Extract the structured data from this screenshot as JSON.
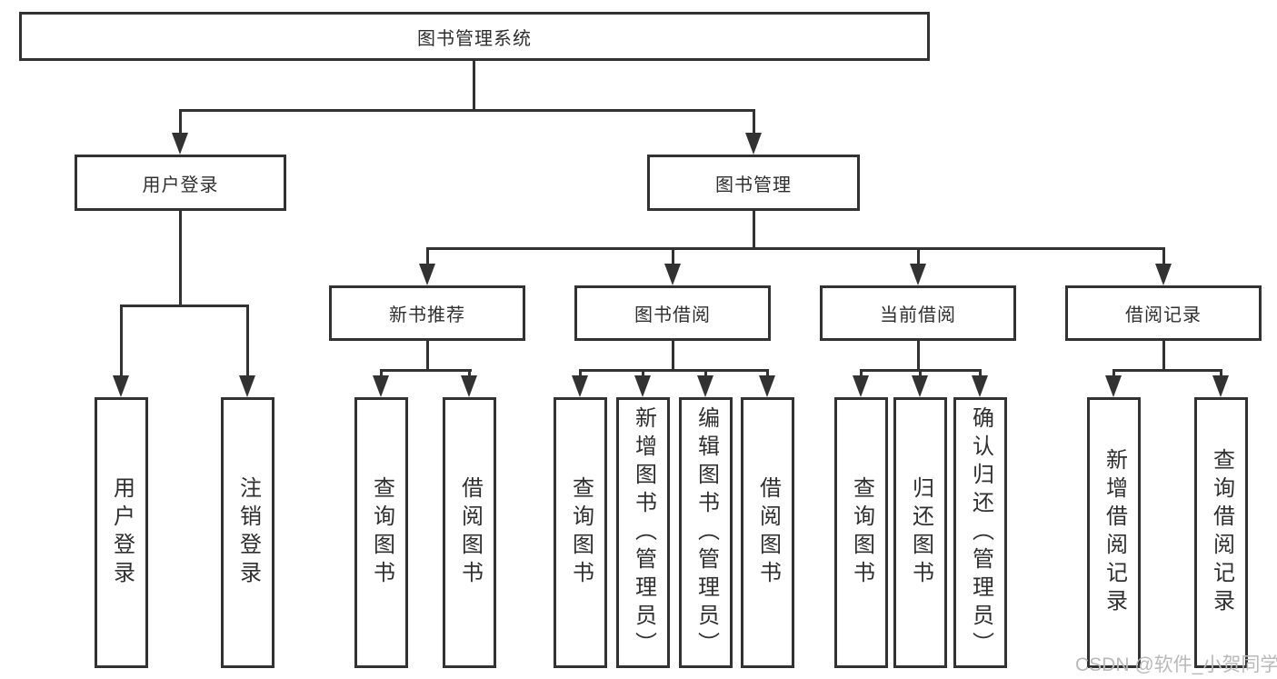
{
  "diagram": {
    "root": {
      "label": "图书管理系统"
    },
    "branches": [
      {
        "label": "用户登录",
        "children": [
          {
            "label": "用户登录"
          },
          {
            "label": "注销登录"
          }
        ]
      },
      {
        "label": "图书管理",
        "children": [
          {
            "label": "新书推荐",
            "children": [
              {
                "label": "查询图书"
              },
              {
                "label": "借阅图书"
              }
            ]
          },
          {
            "label": "图书借阅",
            "children": [
              {
                "label": "查询图书"
              },
              {
                "label": "新增图书（管理员）"
              },
              {
                "label": "编辑图书（管理员）"
              },
              {
                "label": "借阅图书"
              }
            ]
          },
          {
            "label": "当前借阅",
            "children": [
              {
                "label": "查询图书"
              },
              {
                "label": "归还图书"
              },
              {
                "label": "确认归还（管理员）"
              }
            ]
          },
          {
            "label": "借阅记录",
            "children": [
              {
                "label": "新增借阅记录"
              },
              {
                "label": "查询借阅记录"
              }
            ]
          }
        ]
      }
    ]
  },
  "watermark": {
    "text": "CSDN @软件_小贺同学"
  },
  "colors": {
    "line": "#323232",
    "text": "#2f2f2f",
    "watermark": "#b9b9b9",
    "background": "#ffffff"
  }
}
